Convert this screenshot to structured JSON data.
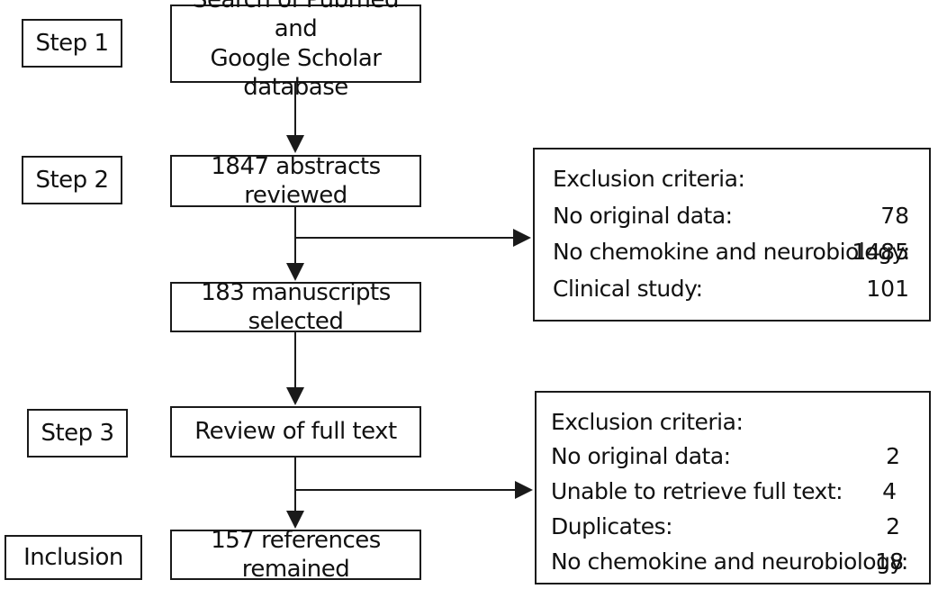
{
  "steps": {
    "step1": "Step 1",
    "step2": "Step 2",
    "step3": "Step 3",
    "inclusion": "Inclusion"
  },
  "flow": {
    "search_line1": "Search of Pubmed and",
    "search_line2": "Google Scholar database",
    "abstracts": "1847 abstracts reviewed",
    "manuscripts": "183 manuscripts selected",
    "full_text": "Review of full text",
    "remained": "157 references remained"
  },
  "exclusion1": {
    "title": "Exclusion criteria:",
    "rows": [
      {
        "label": "No original data:",
        "value": "78"
      },
      {
        "label": "No chemokine and neurobiology:",
        "value": "1485"
      },
      {
        "label": "Clinical study:",
        "value": "101"
      }
    ]
  },
  "exclusion2": {
    "title": "Exclusion criteria:",
    "rows": [
      {
        "label": "No original data:",
        "value": "2"
      },
      {
        "label": "Unable to retrieve full text:",
        "value": "4"
      },
      {
        "label": "Duplicates:",
        "value": "2"
      },
      {
        "label": "No chemokine and neurobiology:",
        "value": "18"
      }
    ]
  }
}
